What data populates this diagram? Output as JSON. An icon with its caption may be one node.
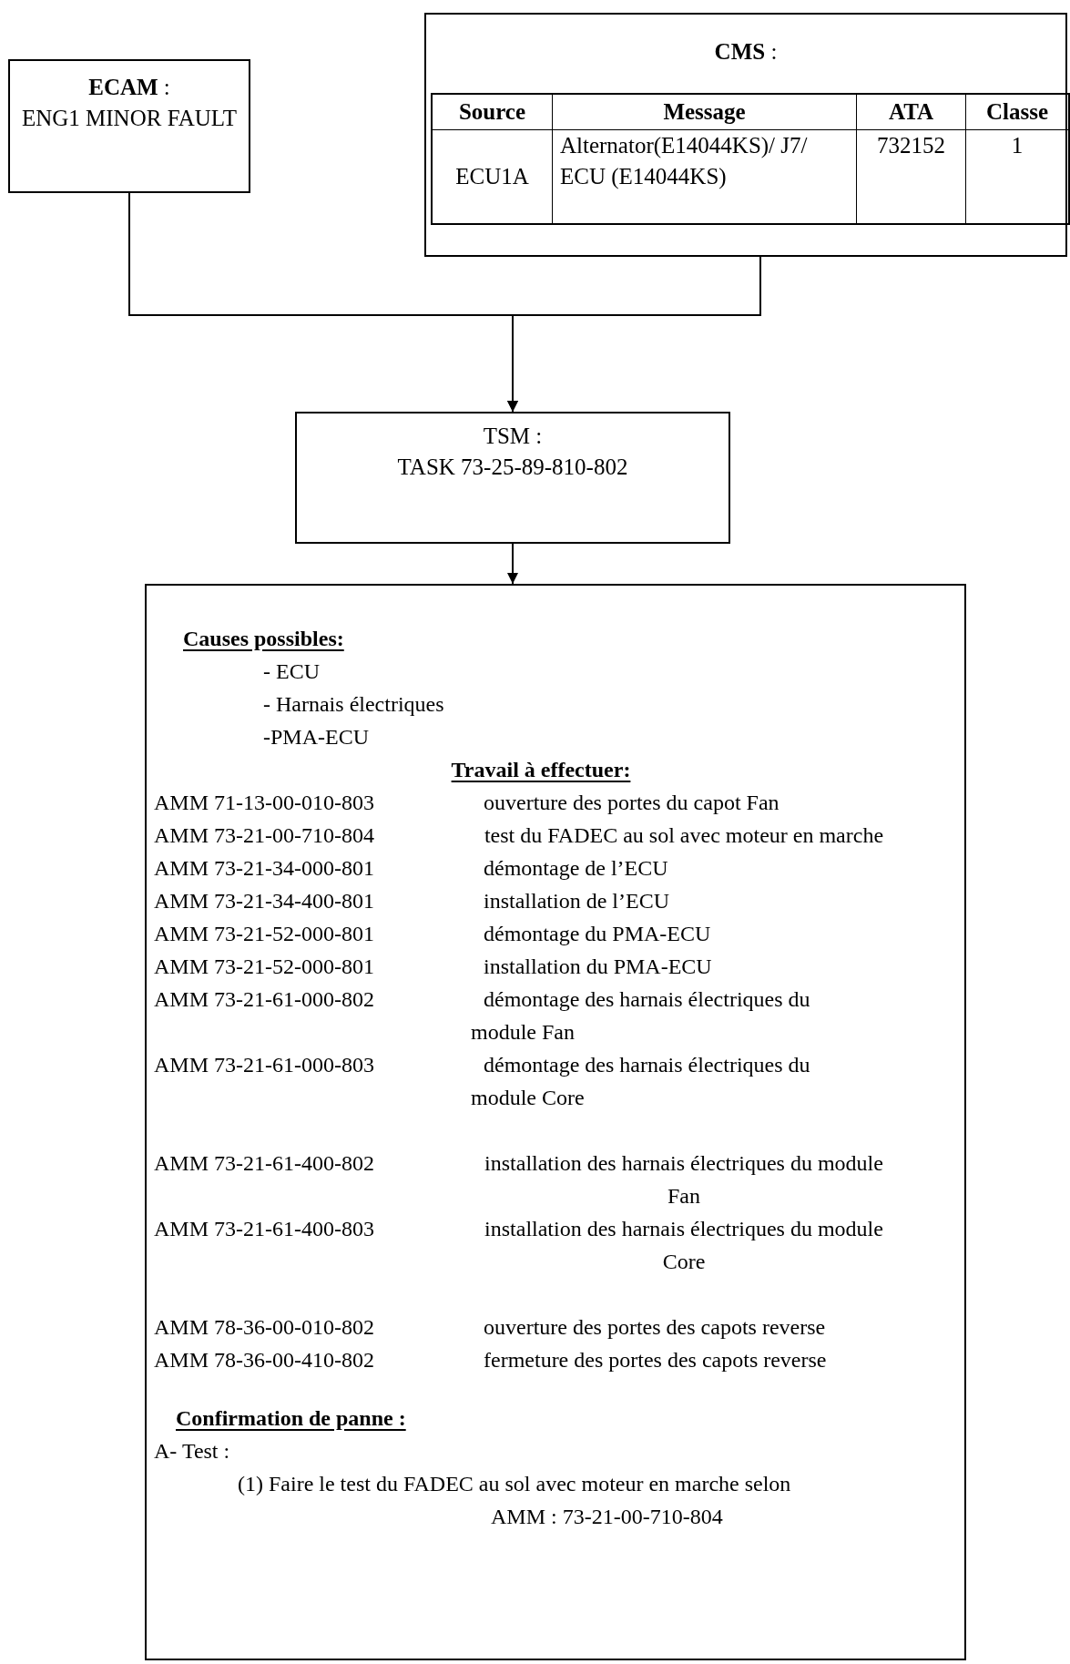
{
  "diagram": {
    "nodes": [
      {
        "text": [
          "**ECAM** :",
          "ENG1 MINOR FAULT"
        ]
      },
      {
        "text": [
          "**CMS** :"
        ]
      },
      {
        "text": [
          "TSM :",
          "TASK 73-25-89-810-802"
        ]
      },
      {
        "text": [
          "Causes possibles:",
          "- ECU",
          "- Harnais électriques",
          "-PMA-ECU",
          "Travail à effectuer:",
          "AMM 71-13-00-010-803",
          "ouverture des portes du capot Fan",
          "AMM 73-21-00-710-804",
          "test du FADEC au sol avec moteur en marche",
          "AMM 73-21-34-000-801",
          "démontage de l’ECU",
          "AMM 73-21-34-400-801",
          "installation de l’ECU",
          "AMM 73-21-52-000-801",
          "démontage du PMA-ECU",
          "AMM 73-21-52-000-801",
          "installation du PMA-ECU",
          "AMM 73-21-61-000-802",
          "démontage des harnais électriques du module Fan",
          "AMM 73-21-61-000-803",
          "démontage des harnais électriques du module Core",
          "AMM 73-21-61-400-802",
          "installation des harnais électriques du module Fan",
          "AMM 73-21-61-400-803",
          "installation des harnais électriques du module Core",
          "AMM 78-36-00-010-802",
          "ouverture des portes des capots reverse",
          "AMM 78-36-00-410-802",
          "fermeture des portes des capots reverse",
          "Confirmation de panne :",
          "A- Test :",
          "(1) Faire le test du FADEC au sol avec moteur en marche selon",
          "AMM : 73-21-00-710-804"
        ]
      }
    ],
    "edges": [
      {
        "from": 0,
        "to": 2,
        "arrow": "to"
      },
      {
        "from": 1,
        "to": 2,
        "arrow": "to"
      },
      {
        "from": 2,
        "to": 3,
        "arrow": "to"
      }
    ],
    "labels": [
      "Source",
      "Message",
      "ATA",
      "Classe",
      "ECU1A",
      "Alternator(E14044KS)/ J7/ ECU (E14044KS)",
      "732152",
      "1"
    ]
  }
}
